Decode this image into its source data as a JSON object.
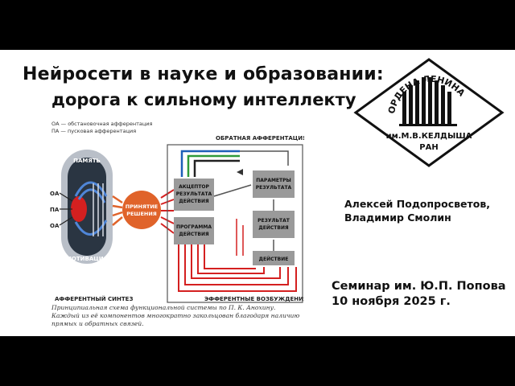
{
  "slide": {
    "title_line1": "Нейросети в науке и образовании:",
    "title_line2": "дорога к сильному интеллекту",
    "authors_line1": "Алексей Подопросветов,",
    "authors_line2": "Владимир Смолин",
    "seminar_line1": "Семинар им. Ю.П. Попова",
    "seminar_line2": "10 ноября 2025 г."
  },
  "logo": {
    "top_text": "ОРДЕНА ЛЕНИНА",
    "bottom_text": "им.М.В.КЕЛДЫША",
    "org": "РАН"
  },
  "diagram": {
    "legend_oa": "ОА — обстановочная афферентация",
    "legend_pa": "ПА — пусковая афферентация",
    "memory": "ПАМЯТЬ",
    "motivation": "МОТИВАЦИЯ",
    "oa": "ОА",
    "pa": "ПА",
    "decision_line1": "ПРИНЯТИЕ",
    "decision_line2": "РЕШЕНИЯ",
    "acceptor_line1": "АКЦЕПТОР",
    "acceptor_line2": "РЕЗУЛЬТАТА",
    "acceptor_line3": "ДЕЙСТВИЯ",
    "program_line1": "ПРОГРАММА",
    "program_line2": "ДЕЙСТВИЯ",
    "feedback": "ОБРАТНАЯ АФФЕРЕНТАЦИЯ",
    "params_line1": "ПАРАМЕТРЫ",
    "params_line2": "РЕЗУЛЬТАТА",
    "result_line1": "РЕЗУЛЬТАТ",
    "result_line2": "ДЕЙСТВИЯ",
    "action": "ДЕЙСТВИЕ",
    "afferent_synthesis": "АФФЕРЕНТНЫЙ СИНТЕЗ",
    "efferent": "ЭФФЕРЕНТНЫЕ ВОЗБУЖДЕНИЯ",
    "caption": "Принципиальная схема функциональной системы по П. К. Анохину. Каждый из её компонентов многократно закольцован благодаря наличию прямых и обратных связей."
  },
  "colors": {
    "red": "#d42020",
    "blue": "#1d5fb8",
    "green": "#2f9a3a",
    "orange": "#e0632a",
    "gray_box": "#9a9a9a"
  }
}
